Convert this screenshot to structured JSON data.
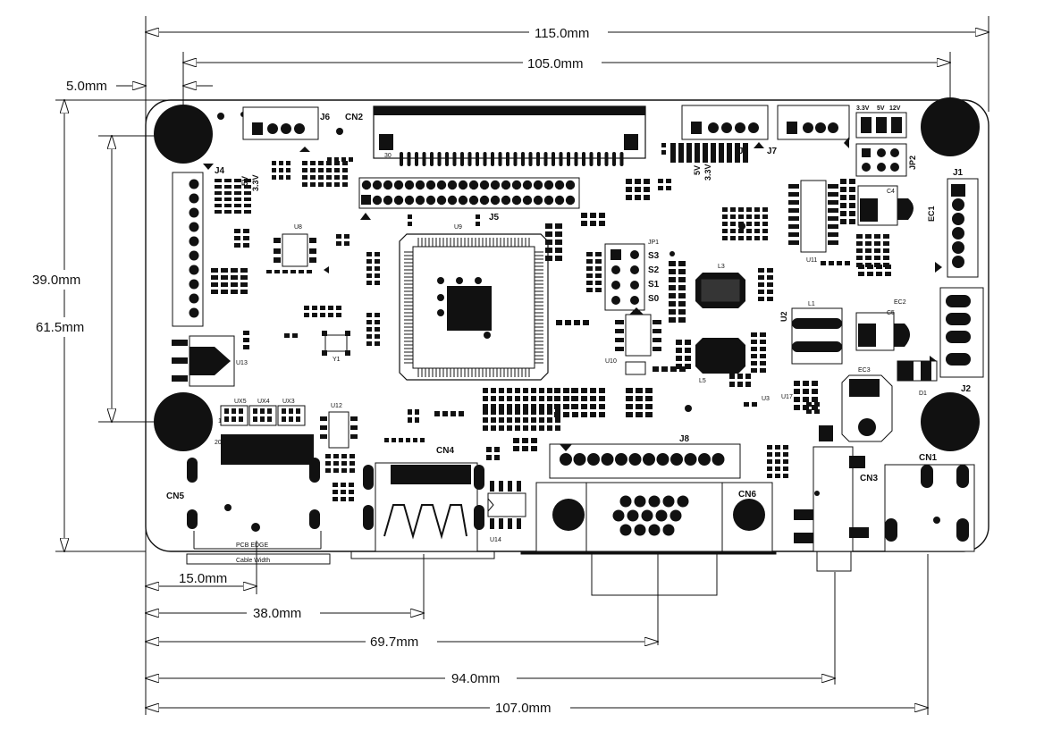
{
  "dimensions": {
    "width_115": "115.0mm",
    "width_105": "105.0mm",
    "offset_5": "5.0mm",
    "height_39": "39.0mm",
    "height_61_5": "61.5mm",
    "pos_15": "15.0mm",
    "pos_38": "38.0mm",
    "pos_69_7": "69.7mm",
    "pos_94": "94.0mm",
    "pos_107": "107.0mm"
  },
  "connectors": {
    "cn1": "CN1",
    "cn2": "CN2",
    "cn3": "CN3",
    "cn4": "CN4",
    "cn5": "CN5",
    "cn6": "CN6",
    "j1": "J1",
    "j2": "J2",
    "j4": "J4",
    "j5": "J5",
    "j6": "J6",
    "j7": "J7",
    "j8": "J8",
    "j9": "J9",
    "jp1": "JP1",
    "jp2": "JP2",
    "cn2_pin": "30"
  },
  "components": {
    "u2": "U2",
    "u3": "U3",
    "u8": "U8",
    "u9": "U9",
    "u10": "U10",
    "u11": "U11",
    "u12": "U12",
    "u13": "U13",
    "u14": "U14",
    "u17": "U17",
    "ux3": "UX3",
    "ux4": "UX4",
    "ux5": "UX5",
    "l1": "L1",
    "l3": "L3",
    "l5": "L5",
    "y1": "Y1",
    "d1": "D1",
    "c4": "C4",
    "c5": "C5",
    "ec1": "EC1",
    "ec2": "EC2",
    "ec3": "EC3"
  },
  "jumper_labels": {
    "s3": "S3",
    "s2": "S2",
    "s1": "S1",
    "s0": "S0"
  },
  "voltage_labels": {
    "v33_top": "3.3V",
    "v5_top": "5V",
    "v12_top": "12V",
    "v5_j4": "5V",
    "v33_j4": "3.3V",
    "v5_j9": "5V",
    "v33_j9": "3.3V"
  },
  "edge_labels": {
    "pcb_edge": "PCB EDGE",
    "cable_width": "Cable Width"
  },
  "pin_labels": {
    "one": "1",
    "twenty": "20"
  },
  "colors": {
    "ink": "#111111",
    "board": "#ffffff"
  }
}
